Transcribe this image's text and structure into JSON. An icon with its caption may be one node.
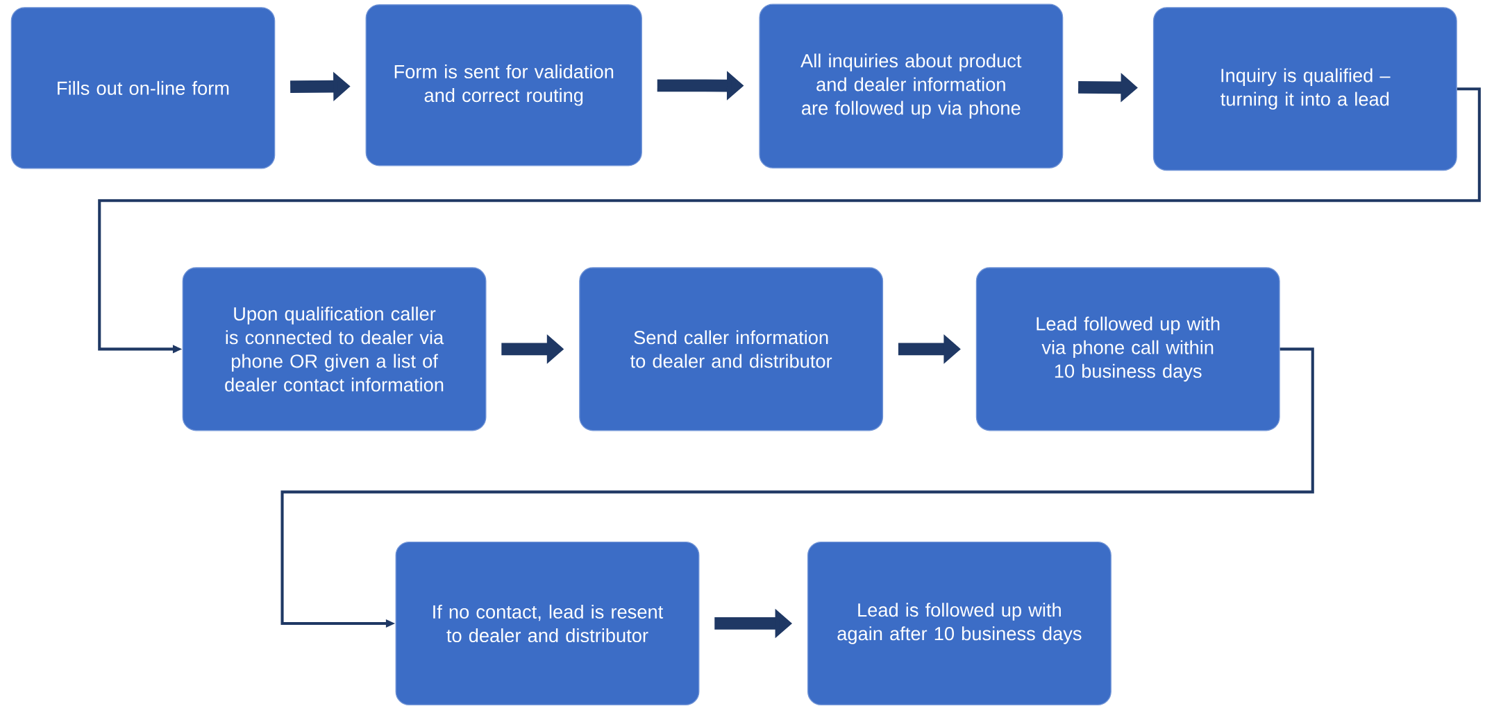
{
  "diagram": {
    "nodes": [
      {
        "text": [
          "Fills out on-line form"
        ]
      },
      {
        "text": [
          "Form is sent for validation and correct routing"
        ]
      },
      {
        "text": [
          "All inquiries about product and dealer information are followed up via phone"
        ]
      },
      {
        "text": [
          "Inquiry is qualified – turning it into a lead"
        ]
      },
      {
        "text": [
          "Upon qualification caller is connected to dealer via phone OR given a list of dealer contact information"
        ]
      },
      {
        "text": [
          "Send caller information to dealer and distributor"
        ]
      },
      {
        "text": [
          "Lead followed up with via phone call within 10 business days"
        ]
      },
      {
        "text": [
          "If no contact, lead is resent to dealer and distributor"
        ]
      },
      {
        "text": [
          "Lead is followed up with again after 10 business days"
        ]
      }
    ],
    "edges": [
      {
        "from": 0,
        "to": 1,
        "arrow": "to"
      },
      {
        "from": 1,
        "to": 2,
        "arrow": "to"
      },
      {
        "from": 2,
        "to": 3,
        "arrow": "to"
      },
      {
        "from": 3,
        "to": 4,
        "arrow": "to"
      },
      {
        "from": 4,
        "to": 5,
        "arrow": "to"
      },
      {
        "from": 5,
        "to": 6,
        "arrow": "to"
      },
      {
        "from": 6,
        "to": 7,
        "arrow": "to"
      },
      {
        "from": 7,
        "to": 8,
        "arrow": "to"
      }
    ]
  }
}
